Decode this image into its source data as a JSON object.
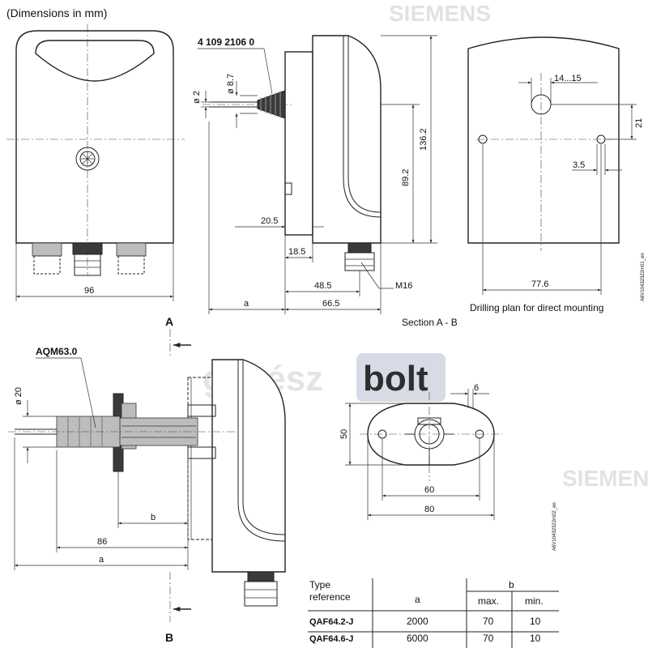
{
  "header": {
    "title": "(Dimensions in mm)"
  },
  "watermark": {
    "brand_left": "gépész",
    "brand_right": "bolt",
    "siemens_top": "SIEMENS",
    "siemens_right": "SIEMENS"
  },
  "front_view": {
    "width": "96"
  },
  "side_view": {
    "part_number": "4 109 2106 0",
    "d_small": "ø 2",
    "d_large": "ø 8.7",
    "height_total": "136.2",
    "height_mid": "89.2",
    "dim_20_5": "20.5",
    "dim_18_5": "18.5",
    "dim_48_5": "48.5",
    "dim_66_5": "66.5",
    "dim_a": "a",
    "thread": "M16",
    "caption": "Section A - B"
  },
  "drill_plan": {
    "hole_range": "14...15",
    "dim_21": "21",
    "dim_3_5": "3.5",
    "dim_77_6": "77.6",
    "caption": "Drilling plan for direct mounting",
    "code": "A6V10432322m01_en"
  },
  "section_marks": {
    "a": "A",
    "b": "B"
  },
  "probe_view": {
    "label": "AQM63.0",
    "diameter": "ø 20",
    "dim_b": "b",
    "dim_86": "86",
    "dim_a": "a"
  },
  "flange_view": {
    "dim_6": "6",
    "dim_50": "50",
    "dim_60": "60",
    "dim_80": "80",
    "code": "A6V10432322m02_en"
  },
  "table": {
    "header_type": "Type",
    "header_reference": "reference",
    "header_a": "a",
    "header_b": "b",
    "header_max": "max.",
    "header_min": "min.",
    "rows": [
      {
        "type": "QAF64.2-J",
        "a": "2000",
        "max": "70",
        "min": "10"
      },
      {
        "type": "QAF64.6-J",
        "a": "6000",
        "max": "70",
        "min": "10"
      }
    ]
  }
}
